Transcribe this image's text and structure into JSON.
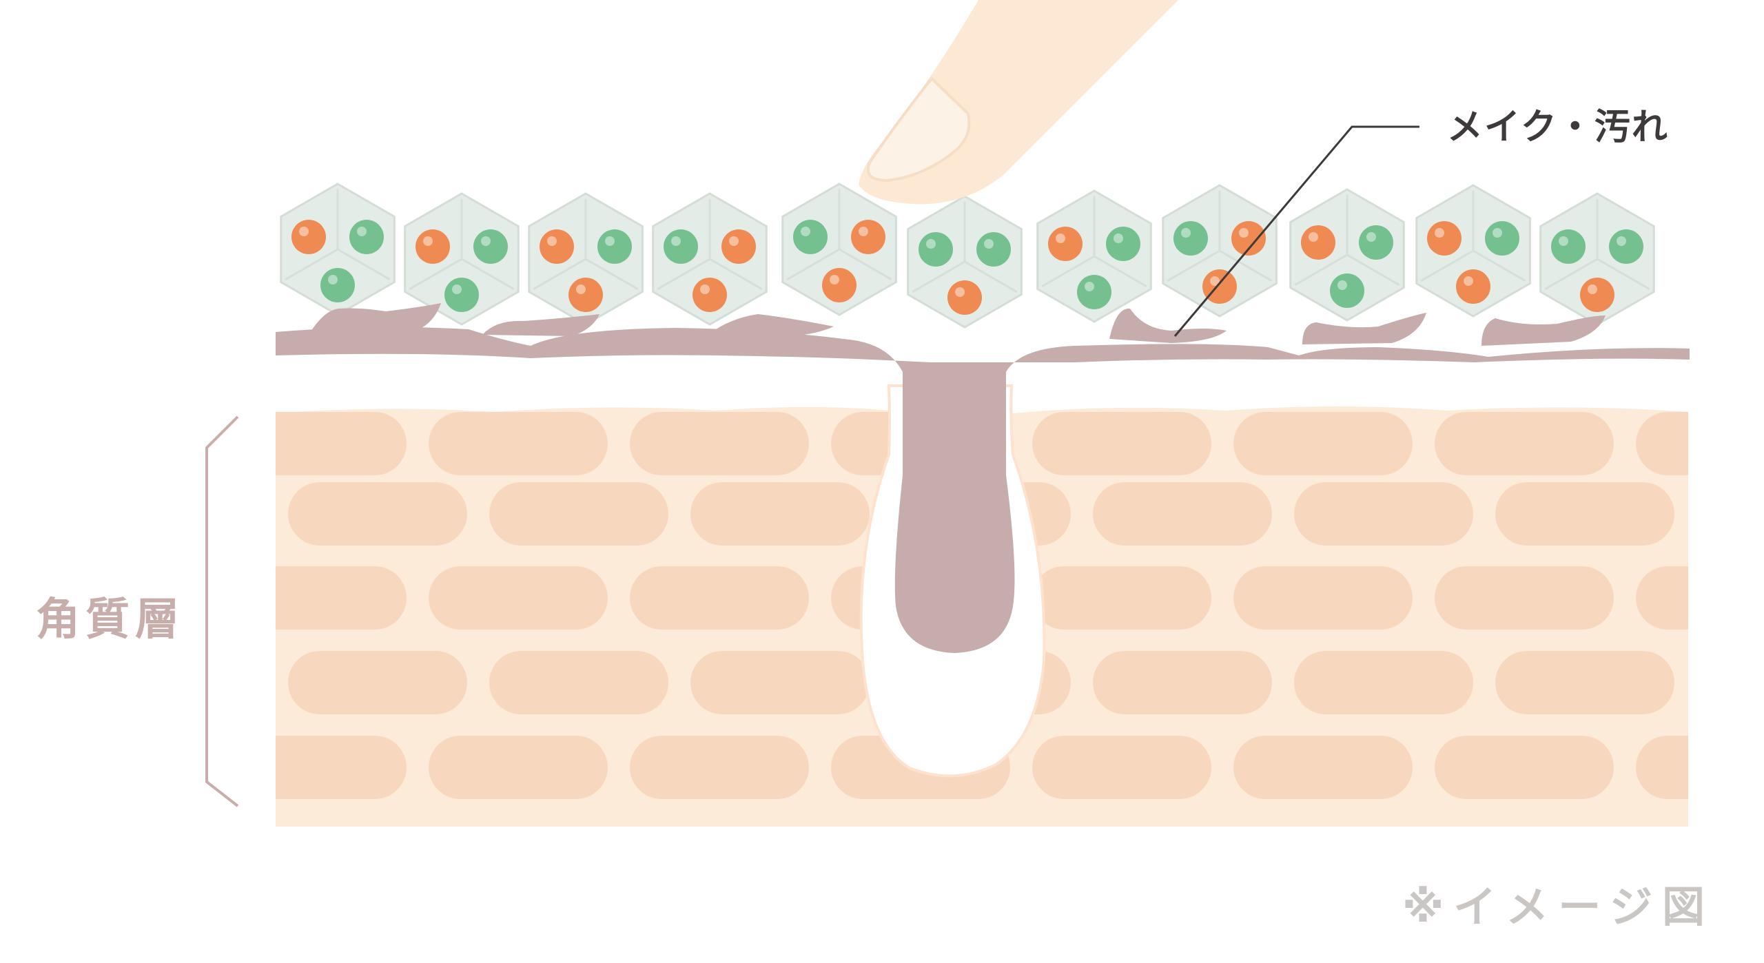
{
  "labels": {
    "makeup_dirt": "メイク・汚れ",
    "stratum_corneum": "角質層",
    "image_note": "※イメージ図"
  },
  "colors": {
    "background": "#ffffff",
    "corneum_base": "#fdebd9",
    "corneum_cell": "#f8d7bf",
    "dirt": "#c6acaa",
    "cell_hexagon": "#e4ece7",
    "cell_hexagon_stroke": "#d3ddd6",
    "granule_orange": "#ef8a52",
    "granule_green": "#74c08e",
    "finger": "#fde9d3",
    "finger_nail": "#fdf2e6",
    "bracket": "#c8aeab",
    "leader_line": "#3f3a3a",
    "note_text": "#c9c6c4"
  },
  "icons": {
    "finger": "finger-icon",
    "cell": "hexagon-cell-icon"
  },
  "cells": [
    {
      "pattern": "ogg"
    },
    {
      "pattern": "ogg"
    },
    {
      "pattern": "ogo"
    },
    {
      "pattern": "goo"
    },
    {
      "pattern": "goo"
    },
    {
      "pattern": "ggo"
    },
    {
      "pattern": "ogg"
    },
    {
      "pattern": "goo"
    },
    {
      "pattern": "ogg"
    },
    {
      "pattern": "ogo"
    },
    {
      "pattern": "ggo"
    }
  ]
}
